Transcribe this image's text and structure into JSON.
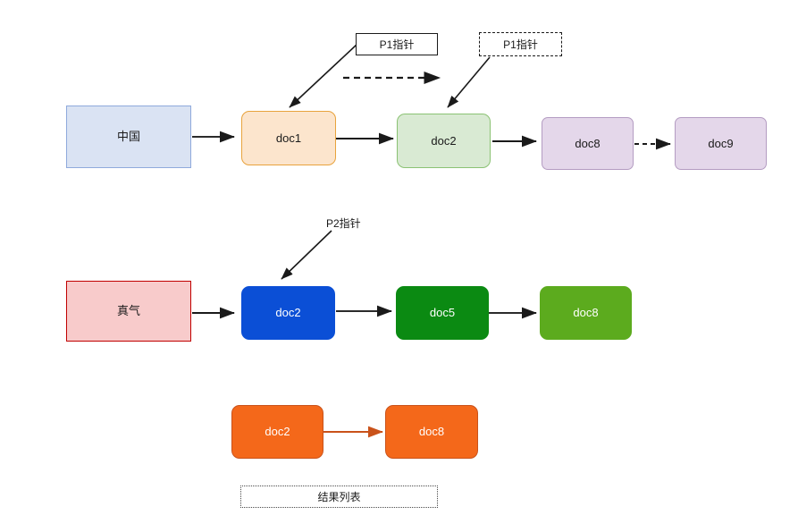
{
  "diagram": {
    "title_hidden": "",
    "rows": {
      "row1": {
        "name": "posting-list-1",
        "nodes": [
          {
            "id": "term-china",
            "label": "中国",
            "style": "term-blue"
          },
          {
            "id": "r1-doc1",
            "label": "doc1",
            "style": "doc1"
          },
          {
            "id": "r1-doc2",
            "label": "doc2",
            "style": "doc2-green"
          },
          {
            "id": "r1-doc8",
            "label": "doc8",
            "style": "purple"
          },
          {
            "id": "r1-doc9",
            "label": "doc9",
            "style": "purple"
          }
        ]
      },
      "row2": {
        "name": "posting-list-2",
        "nodes": [
          {
            "id": "term-zhenqi",
            "label": "真气",
            "style": "term-pink"
          },
          {
            "id": "r2-doc2",
            "label": "doc2",
            "style": "blue-solid"
          },
          {
            "id": "r2-doc5",
            "label": "doc5",
            "style": "green-dark"
          },
          {
            "id": "r2-doc8",
            "label": "doc8",
            "style": "green-light"
          }
        ]
      },
      "row3": {
        "name": "result-list",
        "nodes": [
          {
            "id": "r3-doc2",
            "label": "doc2",
            "style": "orange"
          },
          {
            "id": "r3-doc8",
            "label": "doc8",
            "style": "orange"
          }
        ]
      }
    },
    "annotations": [
      {
        "id": "p1-pointer-solid",
        "label": "P1指针",
        "box": "solid",
        "points_to": "r1-doc1"
      },
      {
        "id": "p1-pointer-dashed",
        "label": "P1指针",
        "box": "dashed",
        "points_to": "r1-doc2"
      },
      {
        "id": "p2-pointer",
        "label": "P2指针",
        "box": "none",
        "points_to": "r2-doc2"
      },
      {
        "id": "result-list-caption",
        "label": "结果列表",
        "box": "dotted",
        "points_to": ""
      }
    ],
    "colors": {
      "term_blue_fill": "#dae3f3",
      "term_blue_stroke": "#8faadc",
      "doc1_fill": "#fce5cd",
      "doc1_stroke": "#e8a33d",
      "doc2_green_fill": "#d9ead3",
      "doc2_green_stroke": "#8bc273",
      "purple_fill": "#e4d7ea",
      "purple_stroke": "#b49cc2",
      "term_pink_fill": "#f8cbcb",
      "term_pink_stroke": "#c00000",
      "blue_solid_fill": "#0b4fd6",
      "green_dark_fill": "#0b8a12",
      "green_light_fill": "#5cab1e",
      "orange_fill": "#f4681a",
      "orange_stroke": "#c9521a",
      "edge_stroke": "#1a1a1a",
      "orange_edge_stroke": "#c9521a",
      "background": "#ffffff"
    }
  }
}
